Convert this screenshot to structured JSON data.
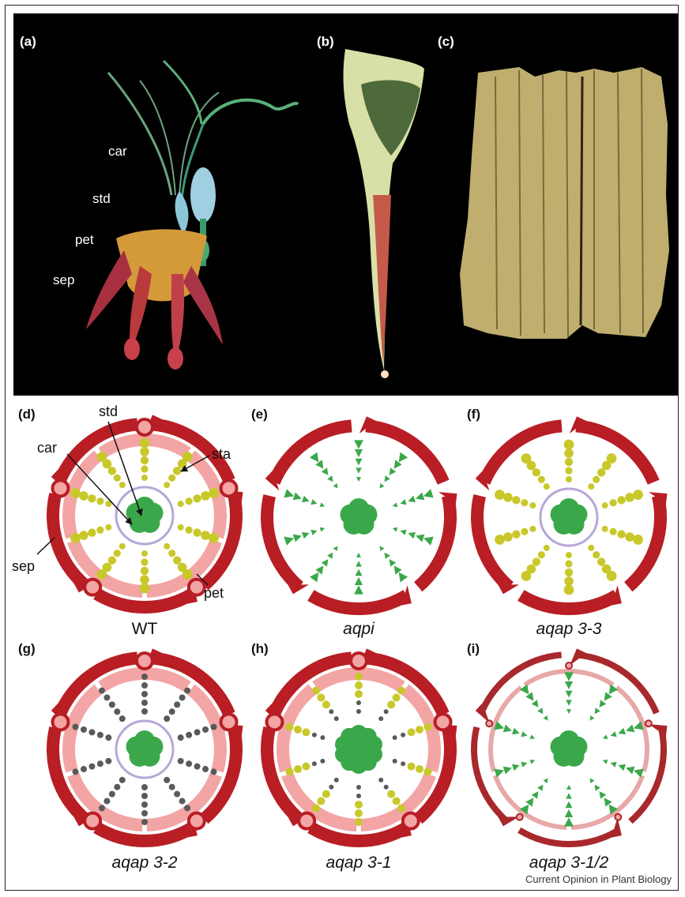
{
  "photo_panels": [
    {
      "label": "(a)",
      "organ_labels": [
        "car",
        "std",
        "pet",
        "sep"
      ]
    },
    {
      "label": "(b)"
    },
    {
      "label": "(c)"
    }
  ],
  "diagrams": [
    {
      "label": "(d)",
      "caption": "WT",
      "italic": false
    },
    {
      "label": "(e)",
      "caption": "aqpi",
      "italic": true
    },
    {
      "label": "(f)",
      "caption": "aqap 3-3",
      "italic": true
    },
    {
      "label": "(g)",
      "caption": "aqap 3-2",
      "italic": true
    },
    {
      "label": "(h)",
      "caption": "aqap 3-1",
      "italic": true
    },
    {
      "label": "(i)",
      "caption": "aqap 3-1/2",
      "italic": true
    }
  ],
  "annotations": {
    "std": "std",
    "car": "car",
    "sta": "sta",
    "sep": "sep",
    "pet": "pet"
  },
  "credit": "Current Opinion in Plant Biology",
  "colors": {
    "sepal": "#b81e24",
    "petal": "#f2a5a4",
    "stamen": "#c8c82a",
    "staminode": "#5a5a5a",
    "carpel": "#3aa84a",
    "ring": "#b7a7d8"
  }
}
